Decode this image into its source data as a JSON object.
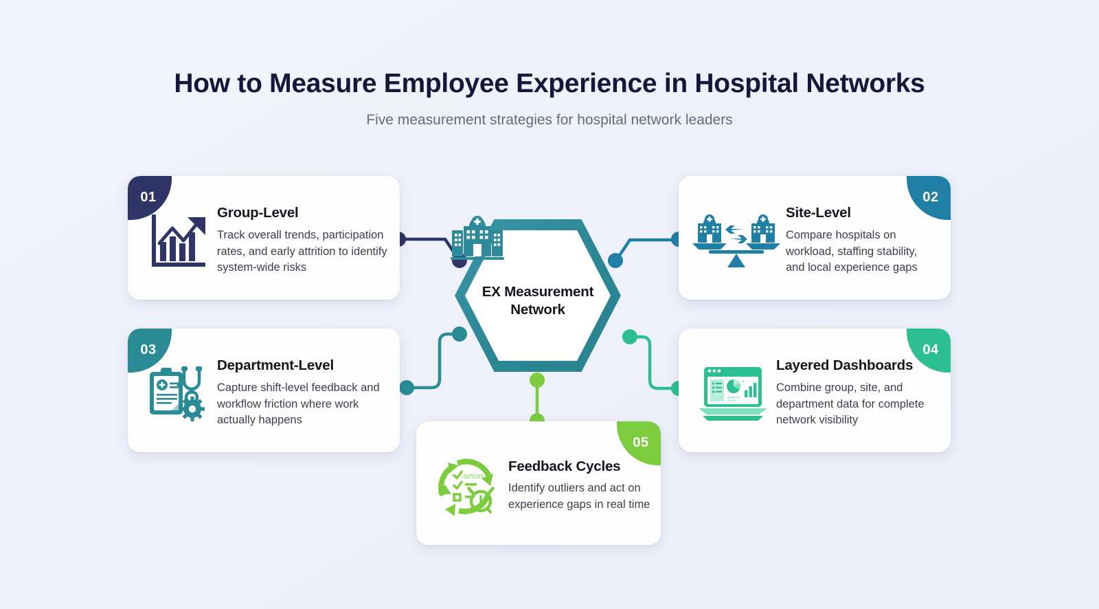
{
  "header": {
    "title": "How to Measure Employee Experience in Hospital Networks",
    "subtitle": "Five measurement strategies for hospital network leaders"
  },
  "hub": {
    "label_line1": "EX Measurement",
    "label_line2": "Network",
    "icon": "hospital-building-icon",
    "border_color": "#2d8b9c",
    "fill_color": "#ffffff"
  },
  "background": {
    "color_start": "#f3f4fb",
    "color_end": "#eceefa"
  },
  "cards": [
    {
      "number": "01",
      "title": "Group-Level",
      "body": "Track overall trends, participation rates, and early attrition to identify system-wide risks",
      "color": "#2f3566",
      "badge_corner": "top-left",
      "icon": "bar-chart-growth-arrow-icon"
    },
    {
      "number": "02",
      "title": "Site-Level",
      "body": "Compare hospitals on workload, staffing stability, and local experience gaps",
      "color": "#1f7fa5",
      "badge_corner": "top-right",
      "icon": "hospital-balance-scale-icon"
    },
    {
      "number": "03",
      "title": "Department-Level",
      "body": "Capture shift-level feedback and workflow friction where work actually happens",
      "color": "#2b8b95",
      "badge_corner": "top-left",
      "icon": "clipboard-stethoscope-gear-icon"
    },
    {
      "number": "04",
      "title": "Layered Dashboards",
      "body": "Combine group, site, and department data for complete network visibility",
      "color": "#2bbf91",
      "badge_corner": "top-right",
      "icon": "laptop-dashboard-charts-icon"
    },
    {
      "number": "05",
      "title": "Feedback Cycles",
      "body": "Identify outliers and act on experience gaps in real time",
      "color": "#7dcc3e",
      "badge_corner": "top-right",
      "icon": "action-cycle-checklist-clock-icon",
      "icon_caption": "action"
    }
  ],
  "connectors": [
    {
      "name": "connector-card1-to-hub",
      "color": "#2f3566"
    },
    {
      "name": "connector-card2-to-hub",
      "color": "#1f7fa5"
    },
    {
      "name": "connector-card3-to-hub",
      "color": "#2b8b95"
    },
    {
      "name": "connector-card4-to-hub",
      "color": "#2bbf91"
    },
    {
      "name": "connector-card5-to-hub",
      "color": "#7dcc3e"
    }
  ]
}
